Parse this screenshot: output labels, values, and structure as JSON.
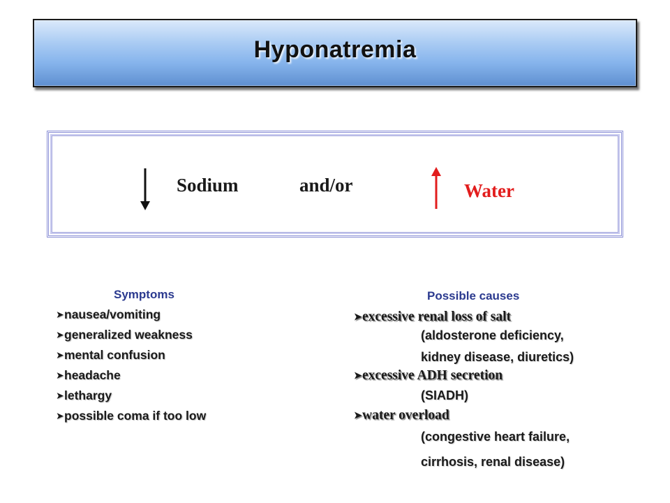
{
  "title": "Hyponatremia",
  "formula": {
    "sodium_label": "Sodium",
    "andor_label": "and/or",
    "water_label": "Water",
    "sodium_arrow": "down-arrow-icon",
    "water_arrow": "up-arrow-icon",
    "sodium_arrow_color": "#111111",
    "water_arrow_color": "#e21d1d"
  },
  "symptoms": {
    "heading": "Symptoms",
    "items": [
      "nausea/vomiting",
      "generalized weakness",
      "mental confusion",
      "headache",
      "lethargy",
      "possible coma if too low"
    ]
  },
  "causes": {
    "heading": "Possible causes",
    "items": [
      {
        "label": "excessive renal loss of salt",
        "details": [
          "(aldosterone deficiency,",
          "kidney disease, diuretics)"
        ]
      },
      {
        "label": "excessive ADH secretion",
        "details": [
          "(SIADH)"
        ]
      },
      {
        "label": "water overload",
        "details": [
          "(congestive heart failure,",
          "cirrhosis, renal disease)"
        ]
      }
    ]
  },
  "colors": {
    "banner_top": "#dbe9fb",
    "banner_bottom": "#5f8fd0",
    "heading_blue": "#2b3a8f",
    "water_red": "#e21d1d"
  }
}
